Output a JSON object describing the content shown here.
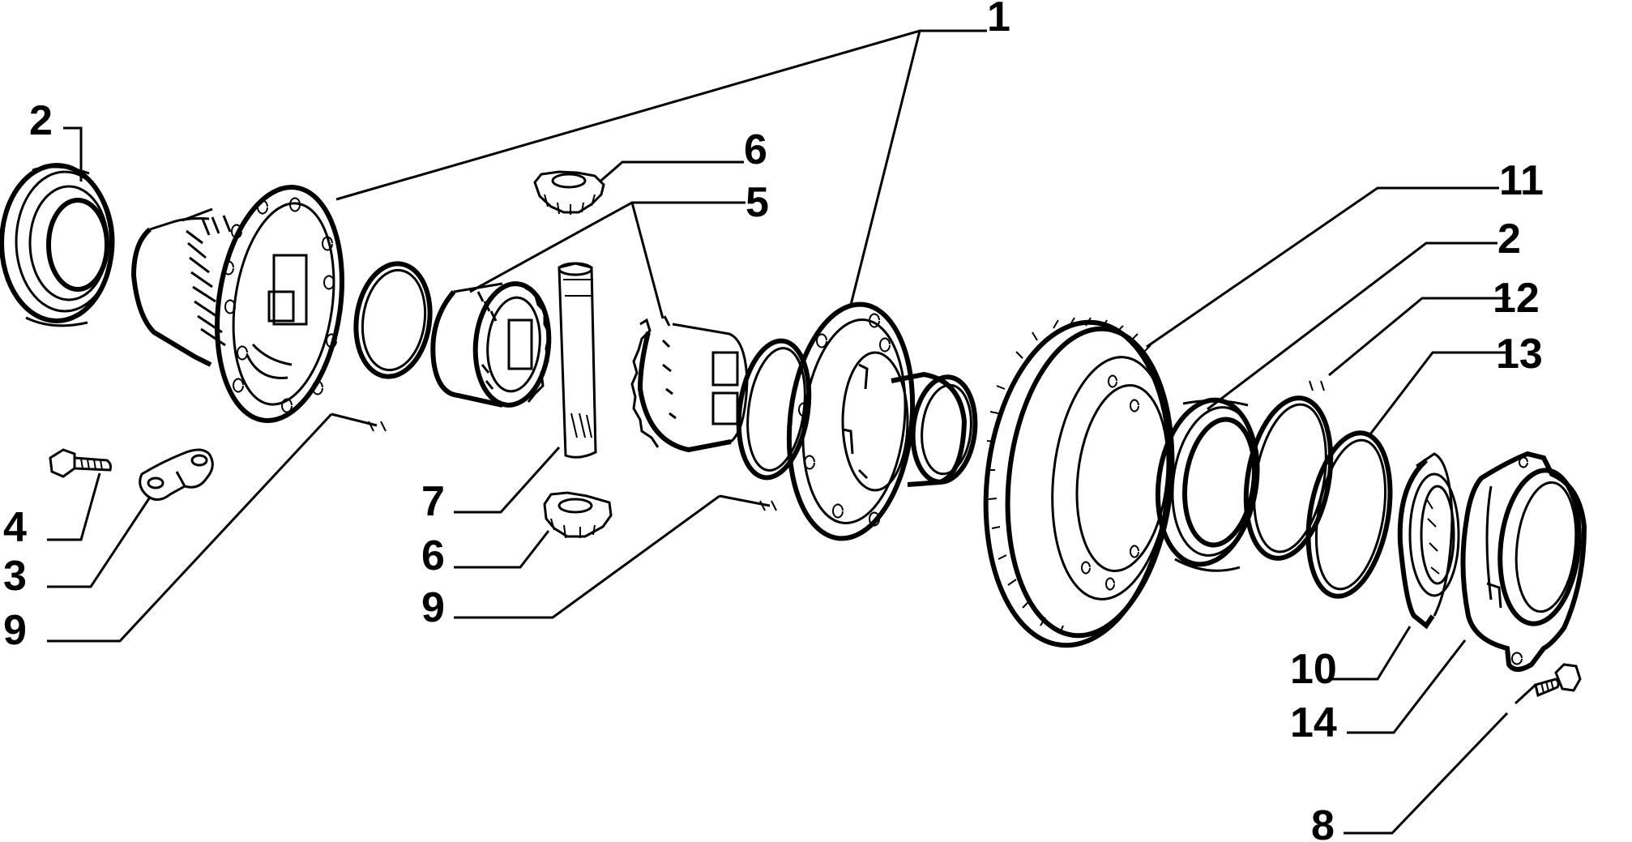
{
  "callouts": [
    {
      "id": "c1",
      "text": "1"
    },
    {
      "id": "c2-left",
      "text": "2"
    },
    {
      "id": "c6-top",
      "text": "6"
    },
    {
      "id": "c5",
      "text": "5"
    },
    {
      "id": "c4",
      "text": "4"
    },
    {
      "id": "c3",
      "text": "3"
    },
    {
      "id": "c9-left",
      "text": "9"
    },
    {
      "id": "c7",
      "text": "7"
    },
    {
      "id": "c6-bottom",
      "text": "6"
    },
    {
      "id": "c9-mid",
      "text": "9"
    },
    {
      "id": "c11",
      "text": "11"
    },
    {
      "id": "c2-right",
      "text": "2"
    },
    {
      "id": "c12",
      "text": "12"
    },
    {
      "id": "c13",
      "text": "13"
    },
    {
      "id": "c10",
      "text": "10"
    },
    {
      "id": "c14",
      "text": "14"
    },
    {
      "id": "c8",
      "text": "8"
    }
  ]
}
